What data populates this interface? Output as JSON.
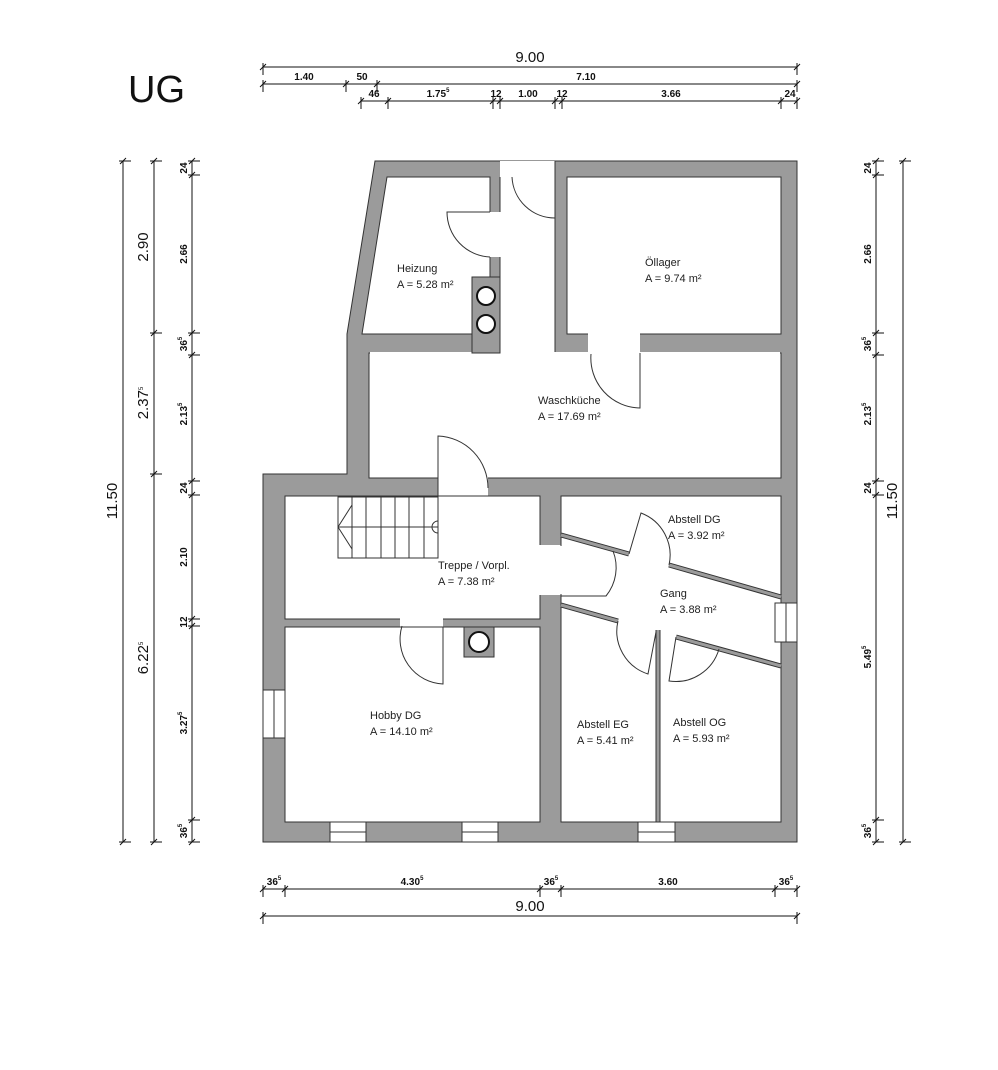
{
  "title": "UG",
  "rooms": [
    {
      "name": "Heizung",
      "area": "A =  5.28 m²"
    },
    {
      "name": "Öllager",
      "area": "A =  9.74 m²"
    },
    {
      "name": "Waschküche",
      "area": "A =  17.69 m²"
    },
    {
      "name": "Abstell DG",
      "area": "A =  3.92 m²"
    },
    {
      "name": "Treppe / Vorpl.",
      "area": "A =  7.38 m²"
    },
    {
      "name": "Gang",
      "area": "A =  3.88 m²"
    },
    {
      "name": "Hobby DG",
      "area": "A =  14.10 m²"
    },
    {
      "name": "Abstell EG",
      "area": "A =  5.41 m²"
    },
    {
      "name": "Abstell OG",
      "area": "A =  5.93 m²"
    }
  ],
  "dimensions": {
    "top_overall": [
      {
        "v": "9.00"
      }
    ],
    "top_row2": [
      {
        "v": "1.40"
      },
      {
        "v": "50"
      },
      {
        "v": "7.10"
      }
    ],
    "top_row3": [
      {
        "v": "46"
      },
      {
        "v": "1.75",
        "sup": "5"
      },
      {
        "v": "12"
      },
      {
        "v": "1.00"
      },
      {
        "v": "12"
      },
      {
        "v": "3.66"
      },
      {
        "v": "24"
      }
    ],
    "left_overall": [
      {
        "v": "11.50"
      }
    ],
    "left_row2": [
      {
        "v": "2.90"
      },
      {
        "v": "2.37",
        "sup": "5"
      },
      {
        "v": "6.22",
        "sup": "5"
      }
    ],
    "left_row3": [
      {
        "v": "24"
      },
      {
        "v": "2.66"
      },
      {
        "v": "36",
        "sup": "5"
      },
      {
        "v": "2.13",
        "sup": "5"
      },
      {
        "v": "24"
      },
      {
        "v": "2.10"
      },
      {
        "v": "12"
      },
      {
        "v": "3.27",
        "sup": "5"
      },
      {
        "v": "36",
        "sup": "5"
      }
    ],
    "right_row1": [
      {
        "v": "24"
      },
      {
        "v": "2.66"
      },
      {
        "v": "36",
        "sup": "5"
      },
      {
        "v": "2.13",
        "sup": "5"
      },
      {
        "v": "24"
      },
      {
        "v": "5.49",
        "sup": "5"
      },
      {
        "v": "36",
        "sup": "5"
      }
    ],
    "right_overall": [
      {
        "v": "11.50"
      }
    ],
    "bottom_row1": [
      {
        "v": "36",
        "sup": "5"
      },
      {
        "v": "4.30",
        "sup": "5"
      },
      {
        "v": "36",
        "sup": "5"
      },
      {
        "v": "3.60"
      },
      {
        "v": "36",
        "sup": "5"
      }
    ],
    "bottom_overall": [
      {
        "v": "9.00"
      }
    ]
  },
  "colors": {
    "wall": "#9b9b9b",
    "line": "#333333"
  }
}
